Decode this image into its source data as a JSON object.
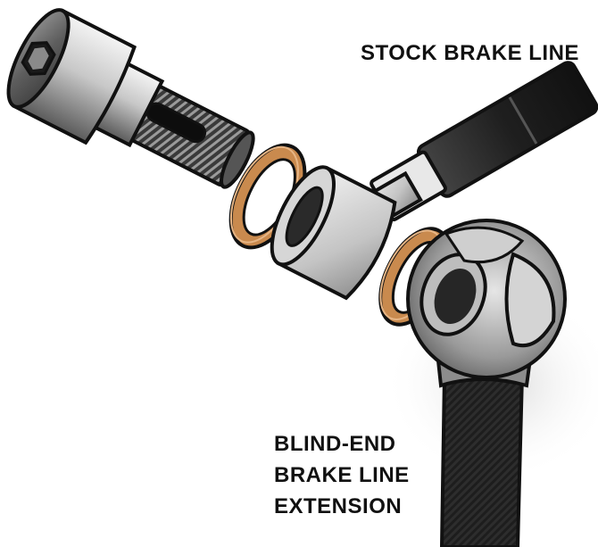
{
  "labels": {
    "stock_brake_line": "STOCK BRAKE LINE",
    "blind_end_lines": [
      "BLIND-END",
      "BRAKE LINE",
      "EXTENSION"
    ]
  },
  "colors": {
    "outline": "#111111",
    "metal_light": "#e4e4e4",
    "metal_mid": "#b7b7b7",
    "metal_dark": "#6e6e6e",
    "washer_copper": "#c98a4e",
    "hose_black": "#242424"
  }
}
